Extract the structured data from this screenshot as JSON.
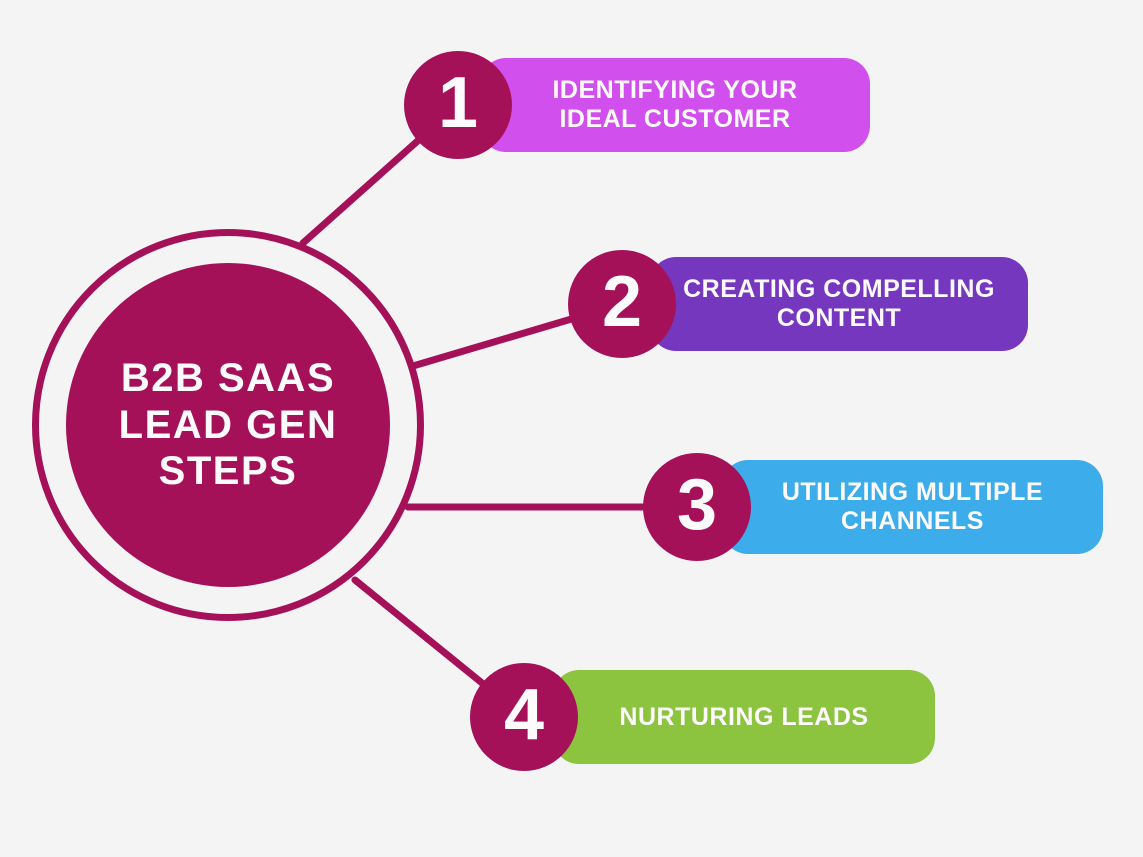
{
  "background_color": "#F5F4F5",
  "accent_color": "#A41159",
  "text_color": "#FDFAFC",
  "center": {
    "title_line1": "B2B SAAS",
    "title_line2": "LEAD GEN",
    "title_line3": "STEPS",
    "title_text": "B2B SAAS LEAD GEN STEPS"
  },
  "steps": [
    {
      "number": "1",
      "label_line1": "IDENTIFYING YOUR",
      "label_line2": "IDEAL CUSTOMER",
      "label_text": "IDENTIFYING YOUR IDEAL CUSTOMER",
      "pill_color": "#D14FEC"
    },
    {
      "number": "2",
      "label_line1": "CREATING COMPELLING",
      "label_line2": "CONTENT",
      "label_text": "CREATING COMPELLING CONTENT",
      "pill_color": "#7437BE"
    },
    {
      "number": "3",
      "label_line1": "UTILIZING MULTIPLE",
      "label_line2": "CHANNELS",
      "label_text": "UTILIZING MULTIPLE CHANNELS",
      "pill_color": "#3CADEA"
    },
    {
      "number": "4",
      "label_line1": "NURTURING LEADS",
      "label_line2": "",
      "label_text": "NURTURING LEADS",
      "pill_color": "#8CC33F"
    }
  ]
}
